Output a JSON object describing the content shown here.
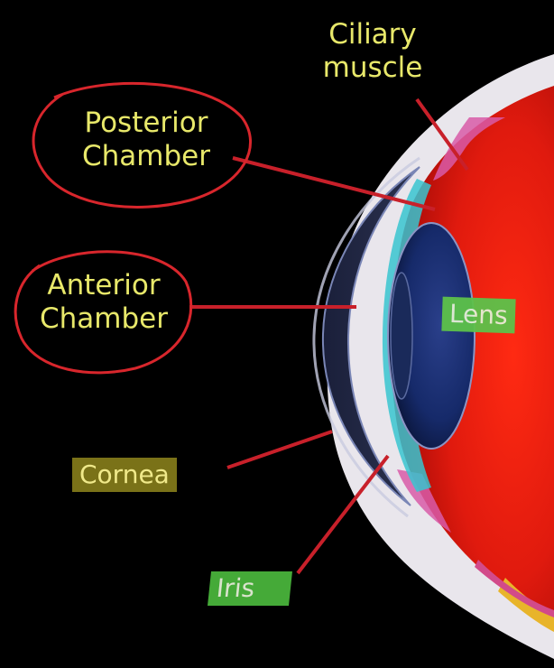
{
  "labels": {
    "ciliary_line1": "Ciliary",
    "ciliary_line2": "muscle",
    "posterior_line1": "Posterior",
    "posterior_line2": "Chamber",
    "anterior_line1": "Anterior",
    "anterior_line2": "Chamber",
    "lens": "Lens",
    "cornea": "Cornea",
    "iris": "Iris"
  },
  "colors": {
    "background": "#000000",
    "label_text": "#e8e86a",
    "annotation_circle": "#d8262c",
    "pointer_line": "#c8202a",
    "lens_tag": "#5dc24a",
    "iris_tag": "#49b43c",
    "cornea_tag": "#7a7218",
    "eye_interior": "#e01a0e"
  }
}
